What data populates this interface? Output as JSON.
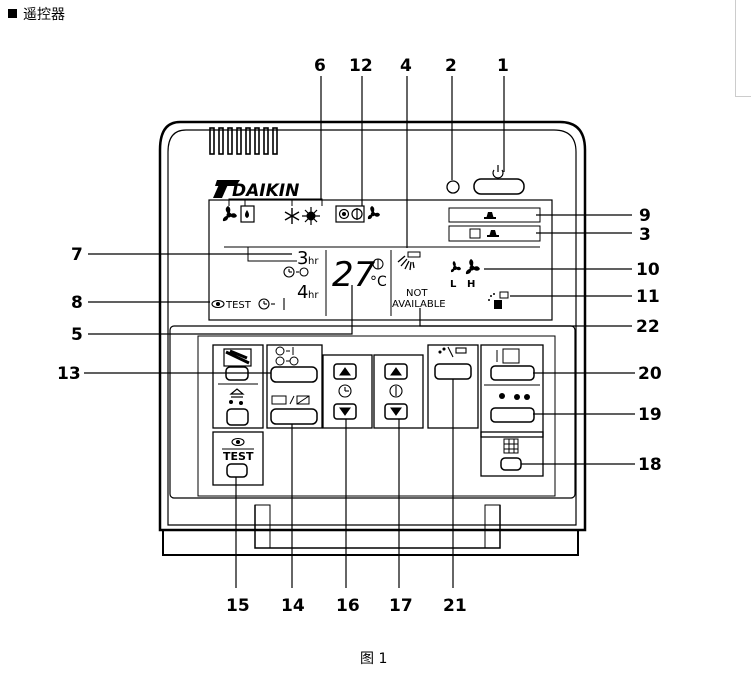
{
  "header": {
    "title": "遥控器"
  },
  "caption": "图 1",
  "brand": "DAIKIN",
  "display": {
    "hr_top_digit": "3",
    "hr_top_unit": "hr",
    "hr_bottom_digit": "4",
    "hr_bottom_unit": "hr",
    "test_label": "TEST",
    "temperature": "27",
    "temp_unit": "°C",
    "not_available_1": "NOT",
    "not_available_2": "AVAILABLE",
    "fan_low": "L",
    "fan_high": "H"
  },
  "buttons": {
    "test_label": "TEST"
  },
  "callouts": {
    "c1": "1",
    "c2": "2",
    "c3": "3",
    "c4": "4",
    "c5": "5",
    "c6": "6",
    "c7": "7",
    "c8": "8",
    "c9": "9",
    "c10": "10",
    "c11": "11",
    "c12": "12",
    "c13": "13",
    "c14": "14",
    "c15": "15",
    "c16": "16",
    "c17": "17",
    "c18": "18",
    "c19": "19",
    "c20": "20",
    "c21": "21",
    "c22": "22"
  }
}
